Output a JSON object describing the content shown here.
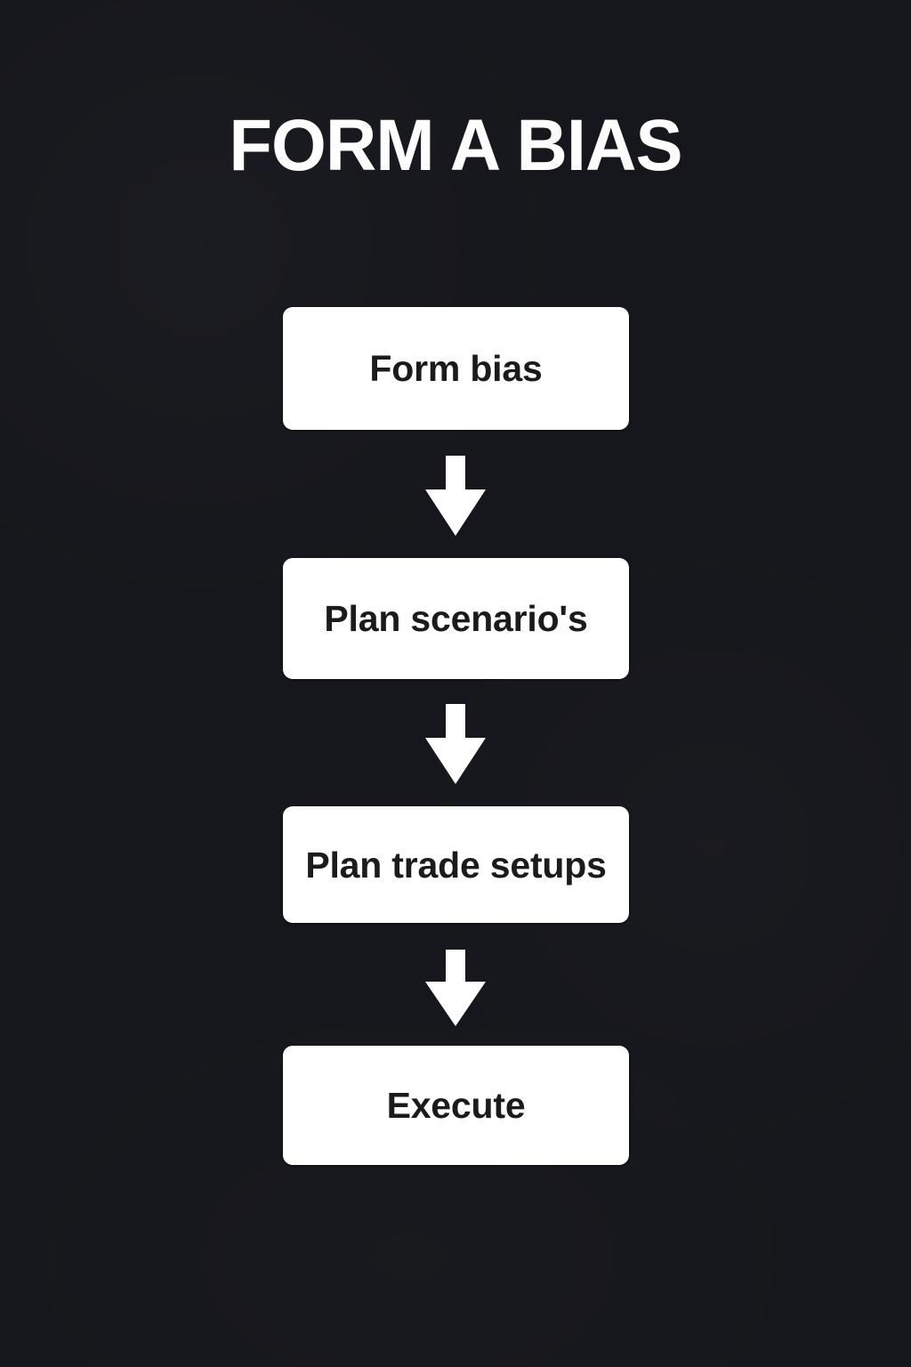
{
  "page": {
    "title": "FORM A BIAS",
    "background_color": "#16171c",
    "node_fill_color": "#ffffff",
    "node_text_color": "#1b1b1b",
    "title_color": "#fdfdfd",
    "arrow_color": "#ffffff"
  },
  "flowchart": {
    "type": "vertical-flow",
    "nodes": [
      {
        "id": "form-bias",
        "label": "Form bias"
      },
      {
        "id": "plan-scenarios",
        "label": "Plan scenario's"
      },
      {
        "id": "plan-trade-setups",
        "label": "Plan trade setups"
      },
      {
        "id": "execute",
        "label": "Execute"
      }
    ],
    "connectors": [
      {
        "id": "arrow-1",
        "icon": "arrow-down-icon",
        "from": "form-bias",
        "to": "plan-scenarios"
      },
      {
        "id": "arrow-2",
        "icon": "arrow-down-icon",
        "from": "plan-scenarios",
        "to": "plan-trade-setups"
      },
      {
        "id": "arrow-3",
        "icon": "arrow-down-icon",
        "from": "plan-trade-setups",
        "to": "execute"
      }
    ]
  }
}
